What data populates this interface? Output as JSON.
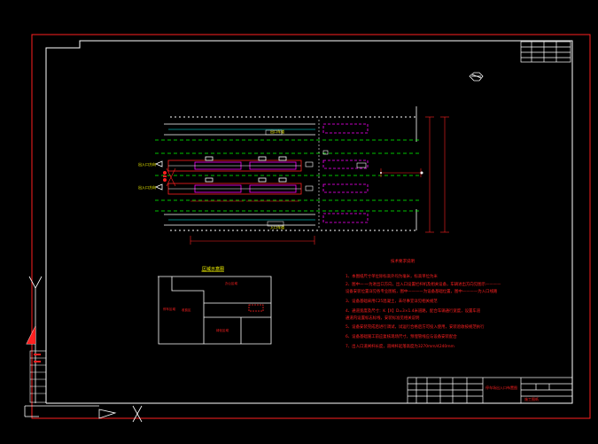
{
  "drawing": {
    "legend_title": "区域示意图",
    "notes_title": "技术要求说明",
    "notes": [
      "1、本图纸尺寸单位除标高外均为毫米，标高单位为米",
      "2、图中一·一为进出口方向，出入口设置栏杆机及相关设备，车辆进出方向见图示————",
      "   设备安装位置详见各专业图纸，图中————为设备基础位置，图中————为入口线路",
      "3、设备基础采用C25混凝土，未尽事宜详见相关规范",
      "4、通道宽度及尺寸：K【X】D=3×1.4米道路，配合车辆通行宽度，设置车道",
      "   通道内设置标志标线，安装标准见相关说明",
      "5、设备安装完成后进行调试，试运行合格后方可投入使用，安装验收按规范执行",
      "6、设备基础施工前应复核现场尺寸，预埋管线应与设备安装配合",
      "7、出入口道闸杆长度，道闸杆起落高度为3270mm/4240mm"
    ],
    "labels": {
      "lane_label_top": "出口车道",
      "lane_label_bottom": "入口车道",
      "entry_label_1": "出入口方向",
      "entry_label_2": "出入口方向",
      "zone_left": "停车区域",
      "zone_center": "收费区",
      "zone_top": "办公区域",
      "zone_bottom": "绿化区域"
    },
    "title_block": {
      "project": "停车场出入口布置图",
      "sheet": "施工图纸"
    }
  }
}
